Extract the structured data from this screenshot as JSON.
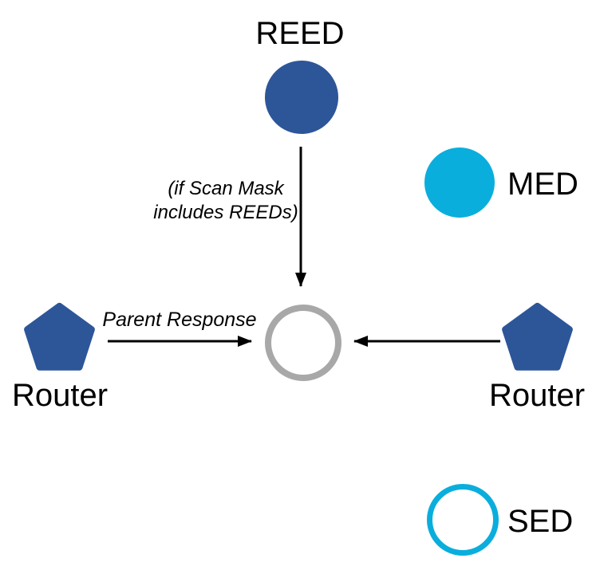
{
  "colors": {
    "node_blue": "#2D5699",
    "node_cyan": "#0AAEDC",
    "center_gray": "#A8A8A8",
    "arrow_black": "#000000"
  },
  "nodes": {
    "reed": {
      "label": "REED",
      "shape": "filled-circle"
    },
    "med": {
      "label": "MED",
      "shape": "filled-circle"
    },
    "sed": {
      "label": "SED",
      "shape": "outlined-circle"
    },
    "router_left": {
      "label": "Router",
      "shape": "pentagon"
    },
    "router_right": {
      "label": "Router",
      "shape": "pentagon"
    },
    "center": {
      "shape": "outlined-circle"
    }
  },
  "edge_labels": {
    "scan_mask_line1": "(if Scan Mask",
    "scan_mask_line2": "includes REEDs)",
    "parent_response": "Parent Response"
  }
}
